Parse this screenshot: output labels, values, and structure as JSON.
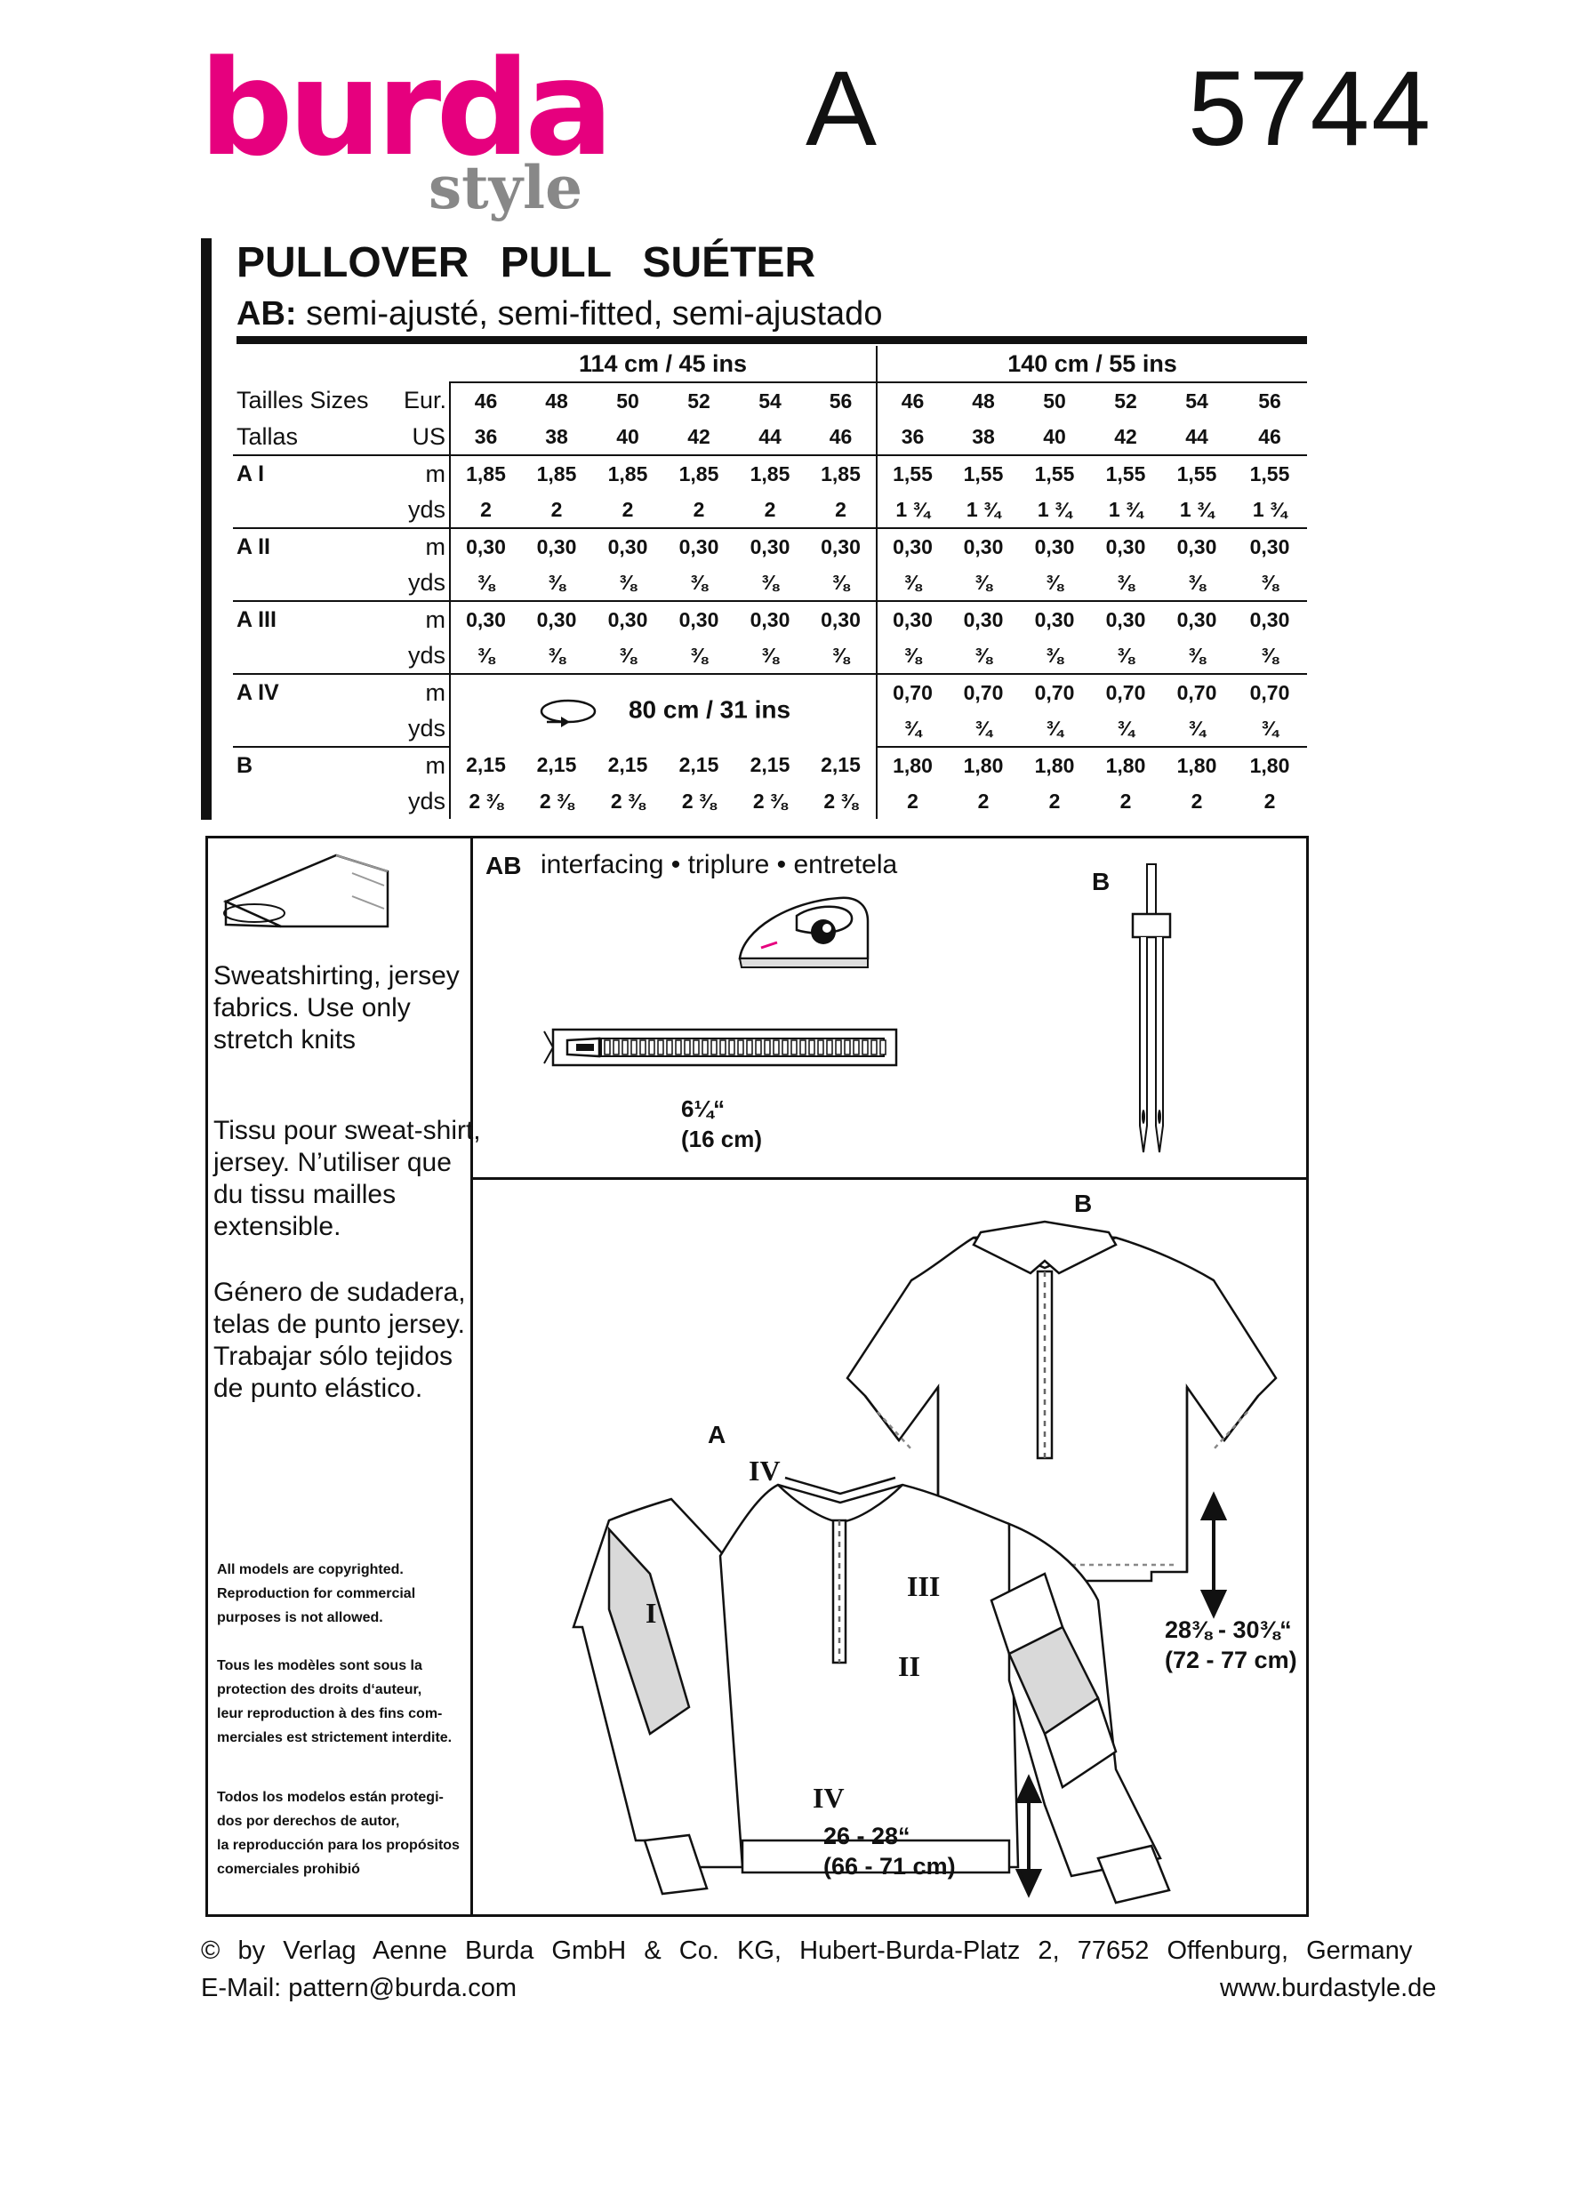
{
  "brand": {
    "name": "burda",
    "sub": "style",
    "color": "#E6007E",
    "sub_color": "#888888"
  },
  "header": {
    "view": "A",
    "pattern_number": "5744"
  },
  "title": "PULLOVER PULL SUÉTER",
  "subtitle": {
    "views": "AB:",
    "fit": "semi-ajusté, semi-fitted, semi-ajustado"
  },
  "table": {
    "fabric_widths": [
      "114 cm / 45 ins",
      "140 cm / 55 ins"
    ],
    "size_labels": {
      "line1": "Tailles   Sizes",
      "line2": "Tallas",
      "eur": "Eur.",
      "us": "US"
    },
    "eur_sizes": [
      "46",
      "48",
      "50",
      "52",
      "54",
      "56"
    ],
    "us_sizes": [
      "36",
      "38",
      "40",
      "42",
      "44",
      "46"
    ],
    "units": {
      "m": "m",
      "yds": "yds"
    },
    "rows": [
      {
        "label": "A I",
        "w1_m": [
          "1,85",
          "1,85",
          "1,85",
          "1,85",
          "1,85",
          "1,85"
        ],
        "w1_yds": [
          "2",
          "2",
          "2",
          "2",
          "2",
          "2"
        ],
        "w2_m": [
          "1,55",
          "1,55",
          "1,55",
          "1,55",
          "1,55",
          "1,55"
        ],
        "w2_yds": [
          "1 ¾",
          "1 ¾",
          "1 ¾",
          "1 ¾",
          "1 ¾",
          "1 ¾"
        ]
      },
      {
        "label": "A II",
        "w1_m": [
          "0,30",
          "0,30",
          "0,30",
          "0,30",
          "0,30",
          "0,30"
        ],
        "w1_yds": [
          "⅜",
          "⅜",
          "⅜",
          "⅜",
          "⅜",
          "⅜"
        ],
        "w2_m": [
          "0,30",
          "0,30",
          "0,30",
          "0,30",
          "0,30",
          "0,30"
        ],
        "w2_yds": [
          "⅜",
          "⅜",
          "⅜",
          "⅜",
          "⅜",
          "⅜"
        ]
      },
      {
        "label": "A III",
        "w1_m": [
          "0,30",
          "0,30",
          "0,30",
          "0,30",
          "0,30",
          "0,30"
        ],
        "w1_yds": [
          "⅜",
          "⅜",
          "⅜",
          "⅜",
          "⅜",
          "⅜"
        ],
        "w2_m": [
          "0,30",
          "0,30",
          "0,30",
          "0,30",
          "0,30",
          "0,30"
        ],
        "w2_yds": [
          "⅜",
          "⅜",
          "⅜",
          "⅜",
          "⅜",
          "⅜"
        ]
      },
      {
        "label": "A IV",
        "rib": "80 cm / 31 ins",
        "w2_m": [
          "0,70",
          "0,70",
          "0,70",
          "0,70",
          "0,70",
          "0,70"
        ],
        "w2_yds": [
          "¾",
          "¾",
          "¾",
          "¾",
          "¾",
          "¾"
        ]
      },
      {
        "label": "B",
        "w1_m": [
          "2,15",
          "2,15",
          "2,15",
          "2,15",
          "2,15",
          "2,15"
        ],
        "w1_yds": [
          "2 ⅜",
          "2 ⅜",
          "2 ⅜",
          "2 ⅜",
          "2 ⅜",
          "2 ⅜"
        ],
        "w2_m": [
          "1,80",
          "1,80",
          "1,80",
          "1,80",
          "1,80",
          "1,80"
        ],
        "w2_yds": [
          "2",
          "2",
          "2",
          "2",
          "2",
          "2"
        ]
      }
    ]
  },
  "fabric_info": {
    "en": [
      "Sweatshirting, jersey",
      "fabrics. Use only",
      "stretch knits"
    ],
    "fr": [
      "Tissu pour sweat-shirt,",
      "jersey. N’utiliser que",
      "du tissu mailles",
      "extensible."
    ],
    "es": [
      "Género de sudadera,",
      "telas de punto jersey.",
      "Trabajar sólo tejidos",
      "de punto elástico."
    ]
  },
  "copyright_notice": {
    "en": [
      "All models are copyrighted.",
      "Reproduction for commercial",
      "purposes is not allowed."
    ],
    "fr": [
      "Tous les modèles sont sous la",
      "protection des droits d‘auteur,",
      "leur reproduction à des fins com-",
      "merciales est strictement interdite."
    ],
    "es": [
      "Todos los modelos están protegi-",
      "dos por derechos de autor,",
      "la reproducción para los propósitos",
      "comerciales prohibió"
    ]
  },
  "notions": {
    "views": "AB",
    "interfacing": "interfacing • triplure • entretela",
    "zipper_in": "6¼“",
    "zipper_cm": "(16 cm)",
    "twin_needle_view": "B"
  },
  "illustration": {
    "view_a": "A",
    "view_b": "B",
    "roman": {
      "i": "I",
      "ii": "II",
      "iii": "III",
      "iv_neck": "IV",
      "iv_hem": "IV"
    },
    "length_a_in": "26 - 28“",
    "length_a_cm": "(66 - 71 cm)",
    "length_b_in": "28⅜ - 30⅜“",
    "length_b_cm": "(72 - 77 cm)",
    "panel_gray": "#D9D9D9"
  },
  "footer": {
    "copyright": "©  by  Verlag  Aenne  Burda  GmbH  &  Co.  KG,  Hubert-Burda-Platz  2,  77652  Offenburg,  Germany",
    "email": "E-Mail: pattern@burda.com",
    "website": "www.burdastyle.de"
  }
}
